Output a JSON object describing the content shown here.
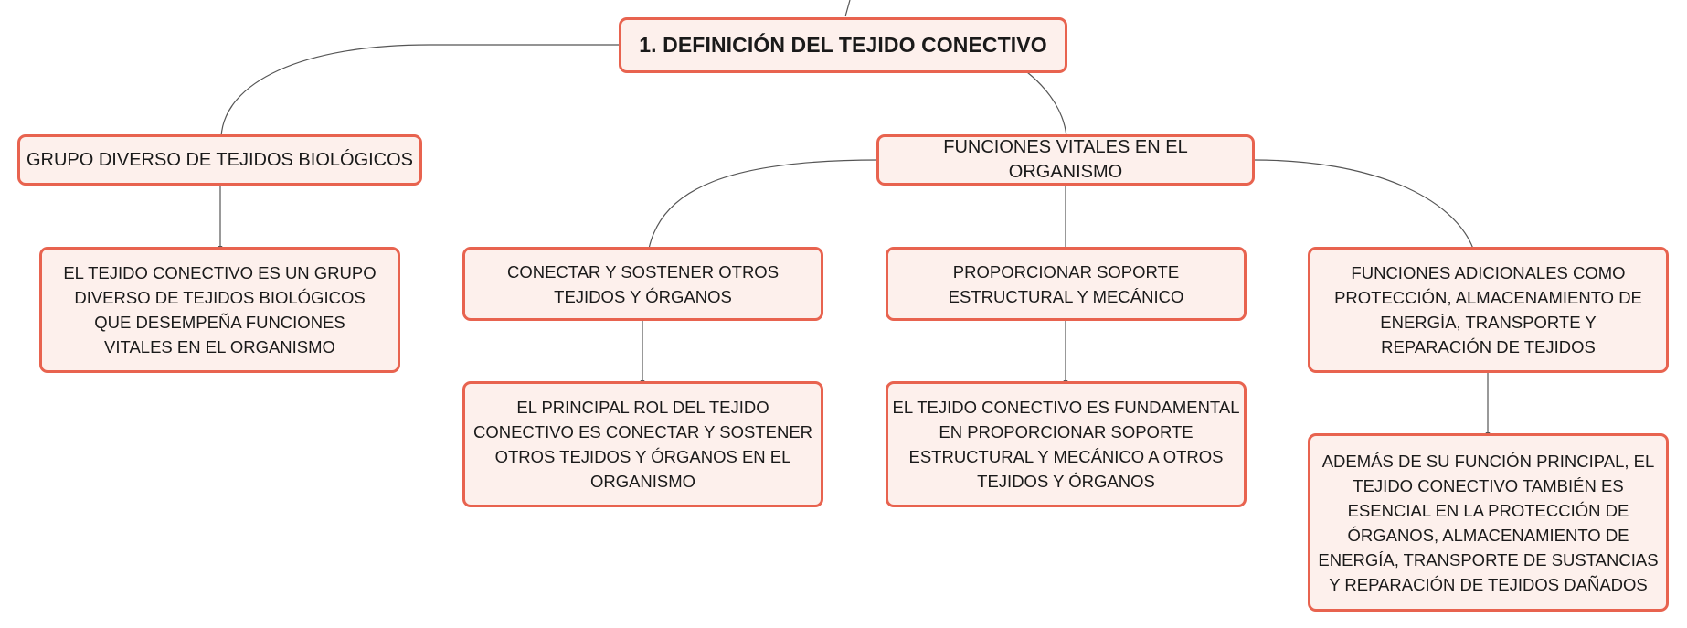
{
  "root": "1. DEFINICIÓN DEL TEJIDO CONECTIVO",
  "branches": [
    {
      "title": "GRUPO DIVERSO DE TEJIDOS BIOLÓGICOS",
      "detail": "EL TEJIDO CONECTIVO ES UN GRUPO DIVERSO DE TEJIDOS BIOLÓGICOS QUE DESEMPEÑA FUNCIONES VITALES EN EL ORGANISMO"
    },
    {
      "title": "FUNCIONES VITALES EN EL ORGANISMO",
      "children": [
        {
          "title": "CONECTAR Y SOSTENER OTROS TEJIDOS Y ÓRGANOS",
          "detail": "EL PRINCIPAL ROL DEL TEJIDO CONECTIVO ES CONECTAR Y SOSTENER OTROS TEJIDOS Y ÓRGANOS EN EL ORGANISMO"
        },
        {
          "title": "PROPORCIONAR SOPORTE ESTRUCTURAL Y MECÁNICO",
          "detail": "EL TEJIDO CONECTIVO ES FUNDAMENTAL EN PROPORCIONAR SOPORTE ESTRUCTURAL Y MECÁNICO A OTROS TEJIDOS Y ÓRGANOS"
        },
        {
          "title": "FUNCIONES ADICIONALES COMO PROTECCIÓN, ALMACENAMIENTO DE ENERGÍA, TRANSPORTE Y REPARACIÓN DE TEJIDOS",
          "detail": "ADEMÁS DE SU FUNCIÓN PRINCIPAL, EL TEJIDO CONECTIVO TAMBIÉN ES ESENCIAL EN LA PROTECCIÓN DE ÓRGANOS, ALMACENAMIENTO DE ENERGÍA, TRANSPORTE DE SUSTANCIAS Y REPARACIÓN DE TEJIDOS DAÑADOS"
        }
      ]
    }
  ]
}
